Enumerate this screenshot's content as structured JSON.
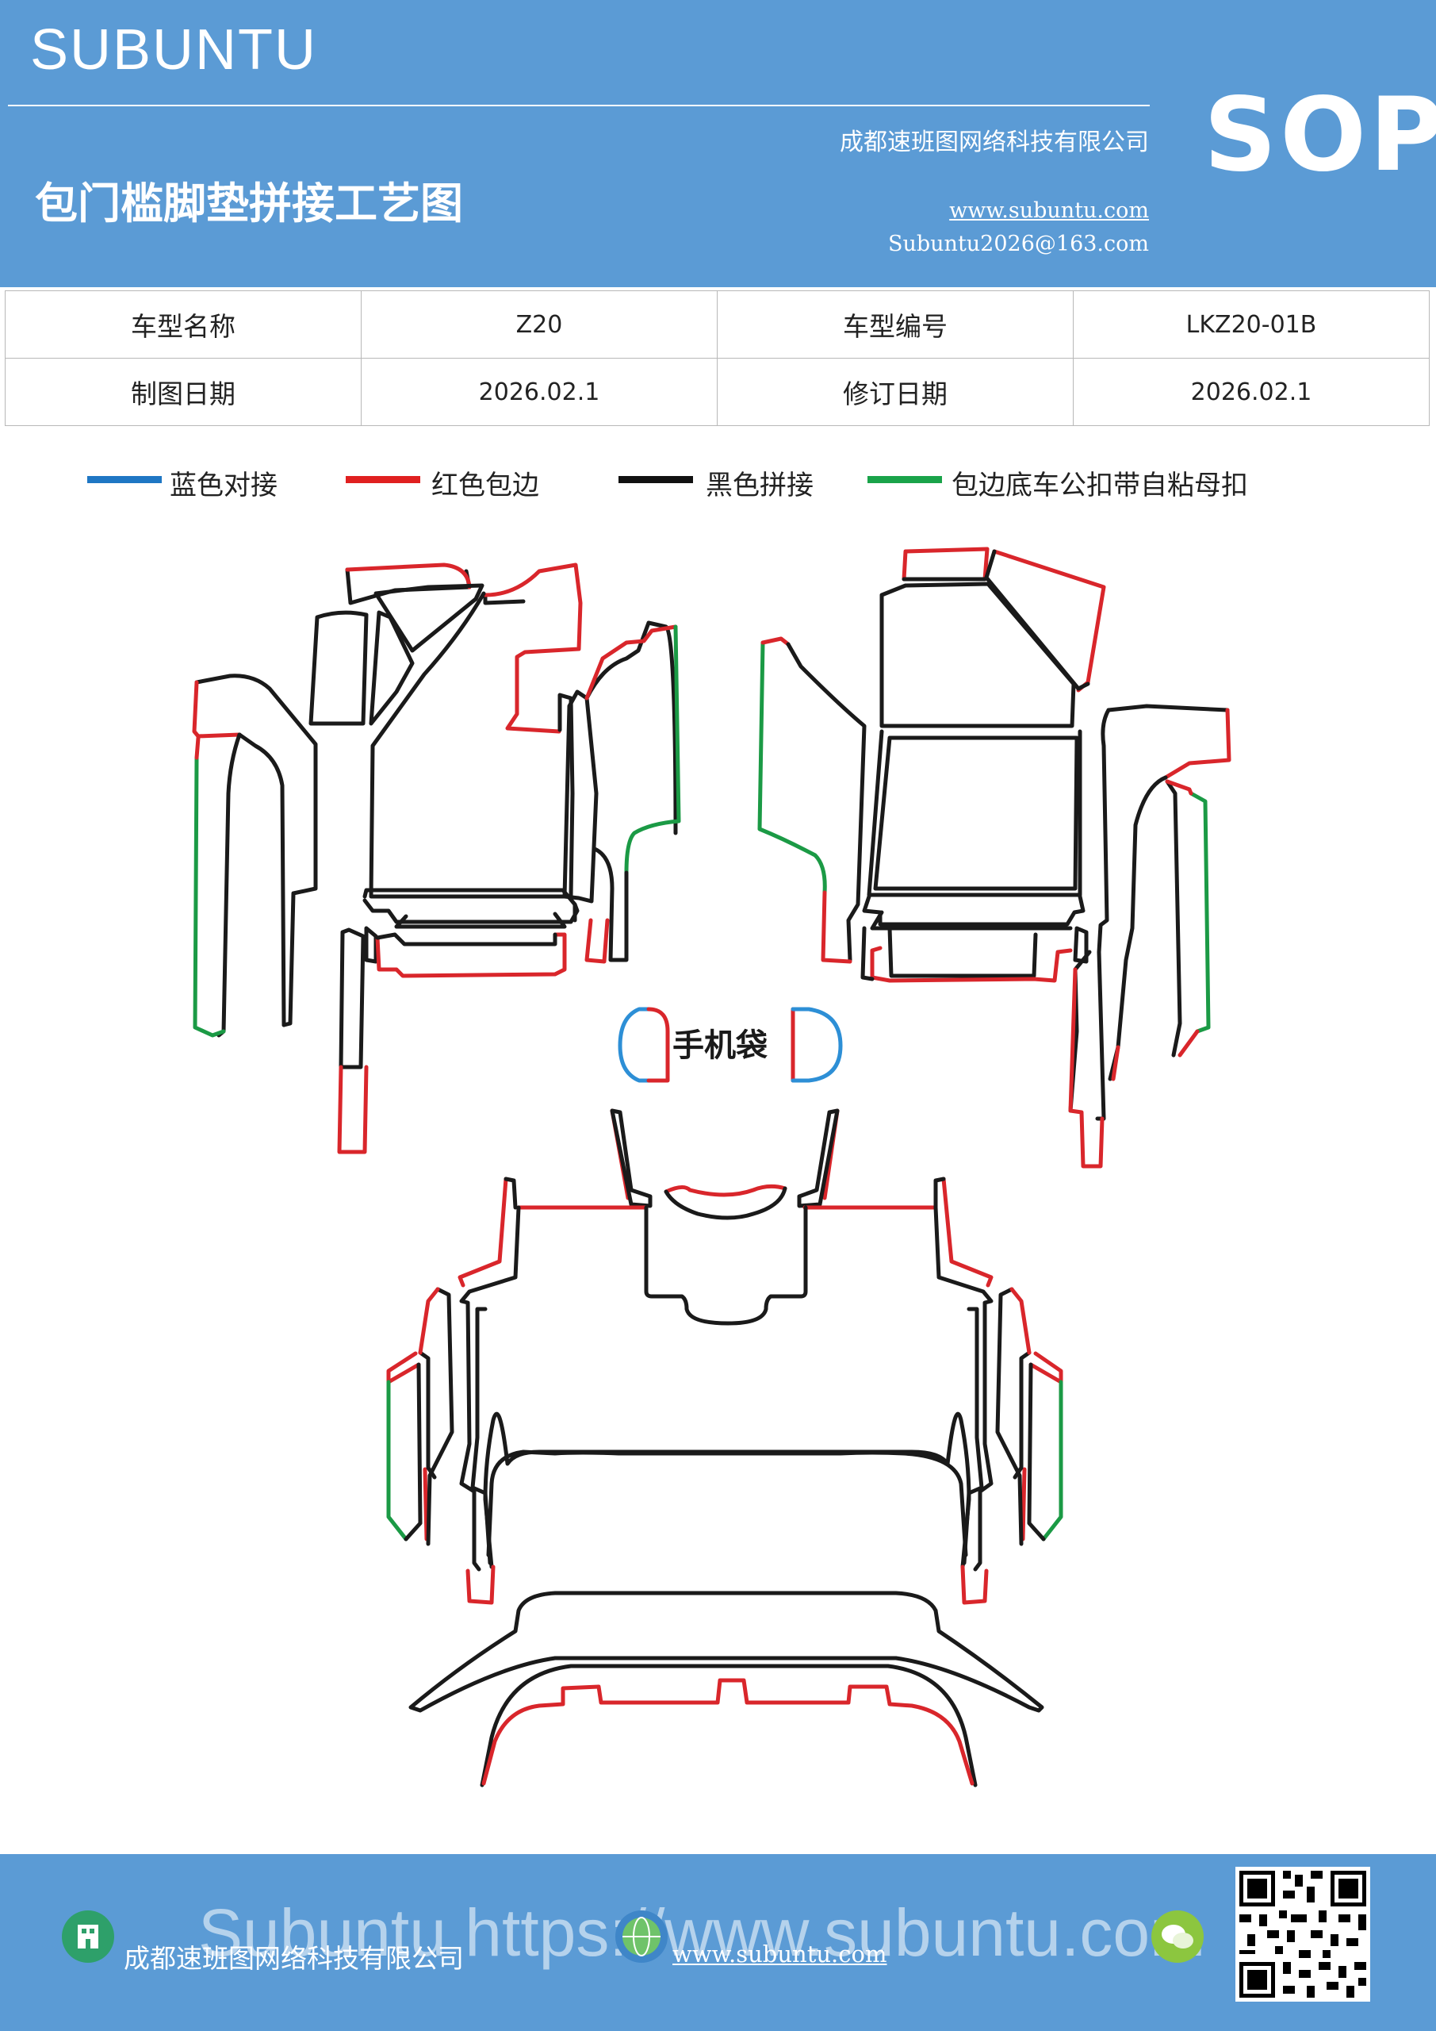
{
  "header": {
    "brand": "SUBUNTU",
    "sop": "SOP",
    "title": "包门槛脚垫拼接工艺图",
    "company": "成都速班图网络科技有限公司",
    "website": "www.subuntu.com",
    "email": "Subuntu2026@163.com"
  },
  "info_table": {
    "rows": [
      {
        "label1": "车型名称",
        "value1": "Z20",
        "label2": "车型编号",
        "value2": "LKZ20-01B"
      },
      {
        "label1": "制图日期",
        "value1": "2026.02.1",
        "label2": "修订日期",
        "value2": "2026.02.1"
      }
    ]
  },
  "legend": [
    {
      "label": "蓝色对接",
      "color": "#1f77c4"
    },
    {
      "label": "红色包边",
      "color": "#e02020"
    },
    {
      "label": "黑色拼接",
      "color": "#111111"
    },
    {
      "label": "包边底车公扣带自粘母扣",
      "color": "#1aa34a"
    }
  ],
  "diagram": {
    "pocket_label": "手机袋",
    "colors": {
      "black": "#1a1a1a",
      "red": "#d9262b",
      "green": "#1b9a45",
      "blue": "#2d8fd6"
    }
  },
  "footer": {
    "company": "成都速班图网络科技有限公司",
    "website": "www.subuntu.com",
    "watermark": "Subuntu https://www.subuntu.com",
    "icons": [
      "building-icon",
      "globe-icon",
      "wechat-icon",
      "qr-code"
    ]
  },
  "colors": {
    "header_bg": "#5b9bd5",
    "footer_bg": "#5b9bd5"
  }
}
